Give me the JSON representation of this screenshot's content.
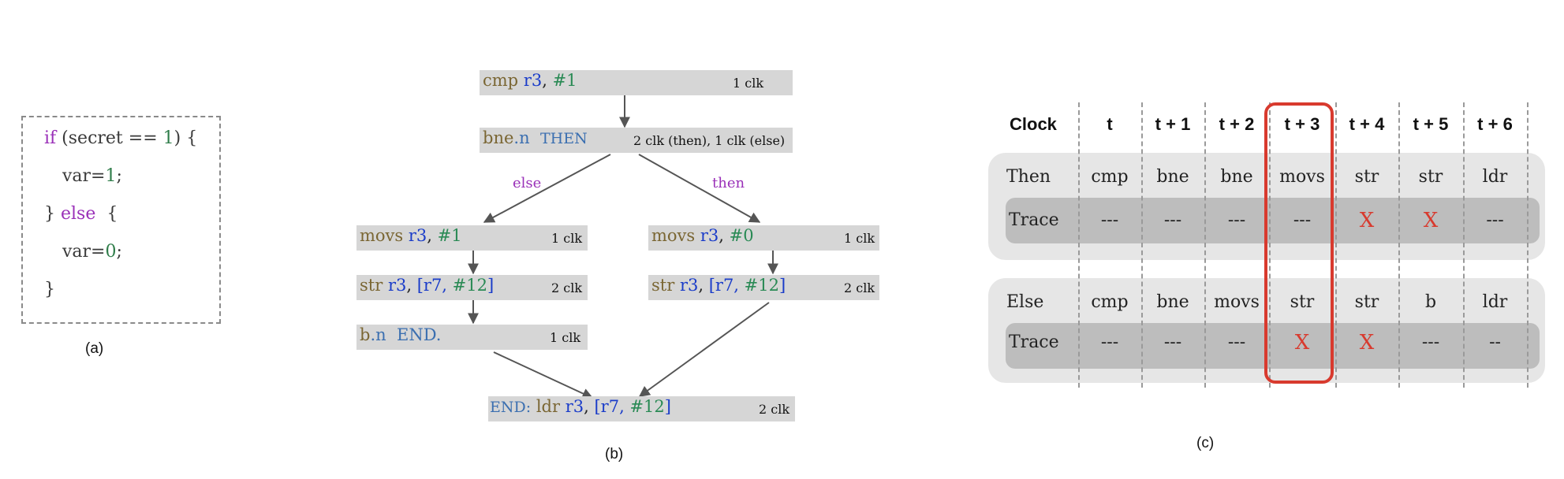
{
  "code": {
    "line1": {
      "kw": "if",
      "pre": " (secret == ",
      "num": "1",
      "post": ") {"
    },
    "line2": {
      "pre": "var=",
      "num": "1",
      "post": ";"
    },
    "line3": {
      "pre": "} ",
      "kw": "else",
      "post": "  {"
    },
    "line4": {
      "pre": "var=",
      "num": "0",
      "post": ";"
    },
    "line5": "}",
    "caption": "(a)"
  },
  "flow": {
    "caption": "(b)",
    "cmp": {
      "op": "cmp",
      "reg": "r3",
      "sep": ", ",
      "imm": "#1",
      "clk": "1 clk"
    },
    "bne": {
      "op": "bne",
      "dot": ".n",
      "label": "THEN",
      "clk": "2 clk (then), 1 clk (else)"
    },
    "else_label": "else",
    "then_label": "then",
    "movs_else": {
      "op": "movs",
      "reg": "r3",
      "sep": ", ",
      "imm": "#1",
      "clk": "1 clk"
    },
    "str_else": {
      "op": "str",
      "reg": "r3",
      "sep": ", ",
      "br_open": "[r7, ",
      "imm": "#12",
      "br_close": "]",
      "clk": "2 clk"
    },
    "b_else": {
      "op": "b",
      "dot": ".n",
      "label": "END.",
      "clk": "1 clk"
    },
    "movs_then": {
      "op": "movs",
      "reg": "r3",
      "sep": ", ",
      "imm": "#0",
      "clk": "1 clk"
    },
    "str_then": {
      "op": "str",
      "reg": "r3",
      "sep": ", ",
      "br_open": "[r7, ",
      "imm": "#12",
      "br_close": "]",
      "clk": "2 clk"
    },
    "ldr_end": {
      "label": "END:",
      "op": "ldr",
      "reg": "r3",
      "sep": ", ",
      "br_open": "[r7, ",
      "imm": "#12",
      "br_close": "]",
      "clk": "2 clk"
    }
  },
  "table": {
    "caption": "(c)",
    "header": [
      "Clock",
      "t",
      "t + 1",
      "t + 2",
      "t + 3",
      "t + 4",
      "t + 5",
      "t + 6"
    ],
    "then_row": {
      "label": "Then",
      "cells": [
        "cmp",
        "bne",
        "bne",
        "movs",
        "str",
        "str",
        "ldr"
      ]
    },
    "then_trace": {
      "label": "Trace",
      "cells": [
        "---",
        "---",
        "---",
        "---",
        "X",
        "X",
        "---"
      ]
    },
    "else_row": {
      "label": "Else",
      "cells": [
        "cmp",
        "bne",
        "movs",
        "str",
        "str",
        "b",
        "ldr"
      ]
    },
    "else_trace": {
      "label": "Trace",
      "cells": [
        "---",
        "---",
        "---",
        "X",
        "X",
        "---",
        "--"
      ]
    },
    "colors": {
      "leak": "#d83a2e",
      "highlight": "#d83a2e"
    }
  }
}
